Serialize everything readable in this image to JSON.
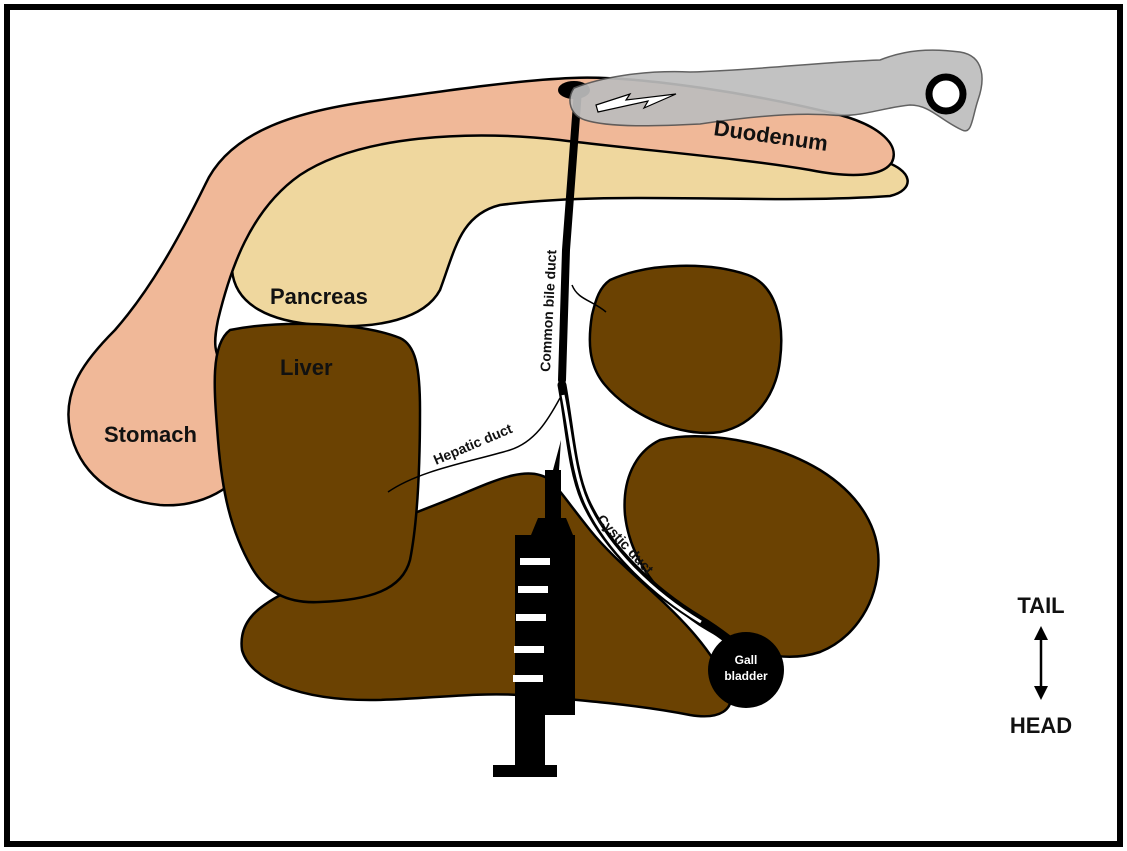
{
  "labels": {
    "duodenum": "Duodenum",
    "pancreas": "Pancreas",
    "liver": "Liver",
    "stomach": "Stomach",
    "common_bile_duct": "Common bile duct",
    "hepatic_duct": "Hepatic duct",
    "cystic_duct": "Cystic duct",
    "gall_bladder_line1": "Gall",
    "gall_bladder_line2": "bladder"
  },
  "orientation": {
    "top": "TAIL",
    "bottom": "HEAD"
  },
  "colors": {
    "stomach_duodenum": "#F0B898",
    "pancreas": "#EFD79E",
    "liver": "#6B4202",
    "gall_bladder": "#000000",
    "scope_tool": "#BDBDBD",
    "frame": "#000000"
  },
  "icons": {
    "syringe": "syringe-icon",
    "endoscope": "endoscope-icon",
    "orientation_arrow": "double-arrow-vertical-icon"
  }
}
